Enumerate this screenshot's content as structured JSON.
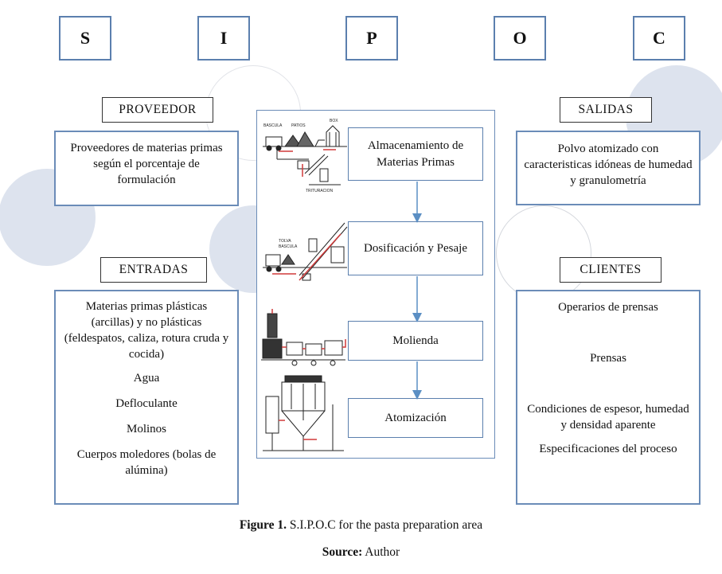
{
  "letters": [
    "S",
    "I",
    "P",
    "O",
    "C"
  ],
  "headers": {
    "proveedor": "PROVEEDOR",
    "entradas": "ENTRADAS",
    "salidas": "SALIDAS",
    "clientes": "CLIENTES"
  },
  "proveedor_text": "Proveedores de materias primas según el porcentaje de formulación",
  "entradas_items": [
    "Materias primas plásticas (arcillas) y no plásticas (feldespatos, caliza, rotura cruda y cocida)",
    "Agua",
    "Defloculante",
    "Molinos",
    "Cuerpos moledores (bolas de alúmina)"
  ],
  "salidas_text": "Polvo atomizado con caracteristicas idóneas de humedad y granulometría",
  "clientes_items": [
    "Operarios de prensas",
    "Prensas",
    "Condiciones de espesor, humedad y densidad aparente",
    "Especificaciones del proceso"
  ],
  "process_steps": [
    "Almacenamiento de Materias Primas",
    "Dosificación y Pesaje",
    "Molienda",
    "Atomización"
  ],
  "sketch_labels": {
    "bascula": "BASCULA",
    "patios": "PATIOS",
    "box": "BOX",
    "trituracion": "TRITURACION",
    "tolva": "TOLVA",
    "bascula2": "BASCULA"
  },
  "caption": {
    "figure_label": "Figure 1.",
    "figure_text": " S.I.P.O.C for the pasta preparation area",
    "source_label": "Source:",
    "source_text": " Author"
  },
  "colors": {
    "accent_blue": "#5b7fae",
    "deco_fill": "#dde3ee",
    "arrow": "#5b8fc4"
  }
}
